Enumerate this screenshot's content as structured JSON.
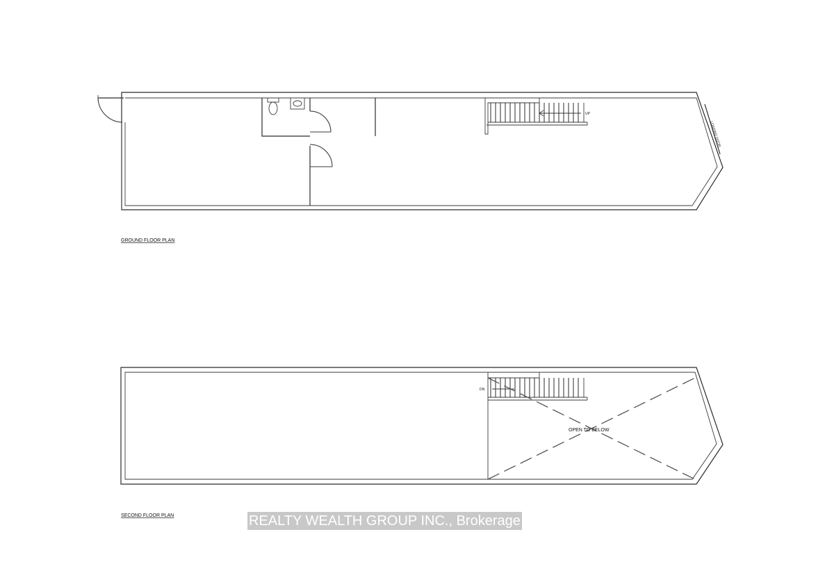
{
  "ground_floor": {
    "title": "GROUND FLOOR PLAN",
    "stair_label": "UP",
    "loading_door_label": "LOADING DOOR"
  },
  "second_floor": {
    "title": "SECOND FLOOR PLAN",
    "stair_label": "DN",
    "open_label": "OPEN TO BELOW"
  },
  "watermark": {
    "text": "REALTY WEALTH GROUP INC., Brokerage"
  }
}
